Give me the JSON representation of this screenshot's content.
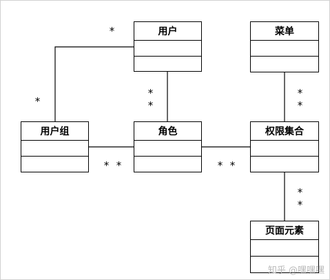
{
  "classes": {
    "user": "用户",
    "menu": "菜单",
    "user_group": "用户组",
    "role": "角色",
    "permission_set": "权限集合",
    "page_element": "页面元素"
  },
  "multiplicity": {
    "user_to_group_user_end": "*",
    "user_to_group_group_end": "*",
    "user_to_role": "* *",
    "group_to_role": "* *",
    "role_to_permission": "* *",
    "menu_to_permission": "* *",
    "permission_to_page_element": "* *"
  },
  "watermark": "知乎 @嘿嘿嘿"
}
